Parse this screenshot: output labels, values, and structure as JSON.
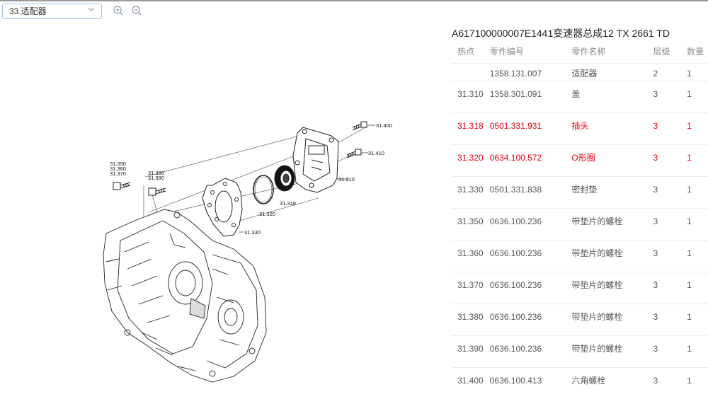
{
  "toolbar": {
    "select_value": "33.适配器",
    "icons": [
      "chevron-down-icon",
      "zoom-in-icon",
      "zoom-out-icon"
    ]
  },
  "diagram": {
    "callouts": {
      "c31400": "31.400",
      "c31410": "31.410",
      "c31310": "31.310",
      "c31318": "31.318",
      "c31320": "31.320",
      "c31330": "31.330",
      "c31350": "31.350",
      "c31360": "31.360",
      "c31370": "31.370",
      "c31380": "31.380",
      "c31390": "31.390"
    }
  },
  "panel": {
    "title": "A617100000007E1441变速器总成12 TX 2661 TD",
    "headers": [
      "热点",
      "零件编号",
      "零件名称",
      "层级",
      "数量"
    ],
    "highlight_color": "#e60012",
    "rows": [
      {
        "hot": "",
        "part_no": "1358.131.007",
        "name": "适配器",
        "level": "2",
        "qty": "1",
        "highlight": false
      },
      {
        "hot": "31.310",
        "part_no": "1358.301.091",
        "name": "盖",
        "level": "3",
        "qty": "1",
        "highlight": false
      },
      {
        "hot": "31.318",
        "part_no": "0501.331.931",
        "name": "插头",
        "level": "3",
        "qty": "1",
        "highlight": true
      },
      {
        "hot": "31.320",
        "part_no": "0634.100.572",
        "name": "O形圈",
        "level": "3",
        "qty": "1",
        "highlight": true
      },
      {
        "hot": "31.330",
        "part_no": "0501.331.838",
        "name": "密封垫",
        "level": "3",
        "qty": "1",
        "highlight": false
      },
      {
        "hot": "31.350",
        "part_no": "0636.100.236",
        "name": "带垫片的螺栓",
        "level": "3",
        "qty": "1",
        "highlight": false
      },
      {
        "hot": "31.360",
        "part_no": "0636.100.236",
        "name": "带垫片的螺栓",
        "level": "3",
        "qty": "1",
        "highlight": false
      },
      {
        "hot": "31.370",
        "part_no": "0636.100.236",
        "name": "带垫片的螺栓",
        "level": "3",
        "qty": "1",
        "highlight": false
      },
      {
        "hot": "31.380",
        "part_no": "0636.100.236",
        "name": "带垫片的螺栓",
        "level": "3",
        "qty": "1",
        "highlight": false
      },
      {
        "hot": "31.390",
        "part_no": "0636.100.236",
        "name": "带垫片的螺栓",
        "level": "3",
        "qty": "1",
        "highlight": false
      },
      {
        "hot": "31.400",
        "part_no": "0636.100.413",
        "name": "六角螺栓",
        "level": "3",
        "qty": "1",
        "highlight": false
      }
    ]
  }
}
